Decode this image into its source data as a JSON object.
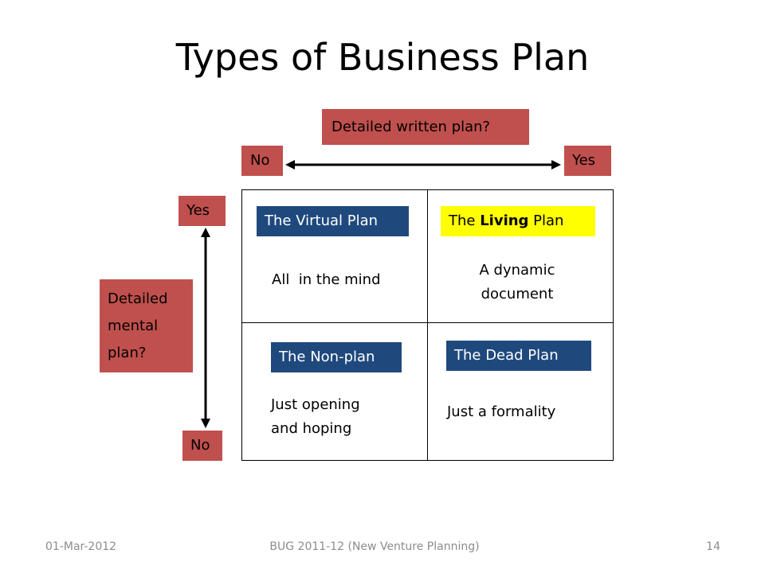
{
  "slide": {
    "title": "Types of Business Plan",
    "colors": {
      "label_red": "#c0504d",
      "plan_blue": "#1f497d",
      "living_yellow": "#ffff00"
    }
  },
  "horizontal_axis": {
    "question": "Detailed written plan?",
    "left_label": "No",
    "right_label": "Yes"
  },
  "vertical_axis": {
    "question_lines": [
      "Detailed",
      "mental",
      "plan?"
    ],
    "top_label": "Yes",
    "bottom_label": "No"
  },
  "quadrants": {
    "virtual": {
      "name": "The Virtual Plan",
      "description": "All  in the mind"
    },
    "living": {
      "name_prefix": "The ",
      "name_bold": "Living",
      "name_suffix": " Plan",
      "description_lines": [
        "A dynamic",
        "document"
      ]
    },
    "non_plan": {
      "name": "The Non-plan",
      "description_lines": [
        "Just opening",
        "and hoping"
      ]
    },
    "dead": {
      "name": "The Dead Plan",
      "description": "Just a formality"
    }
  },
  "footer": {
    "date": "01-Mar-2012",
    "course": "BUG 2011-12 (New Venture Planning)",
    "page_number": "14"
  }
}
